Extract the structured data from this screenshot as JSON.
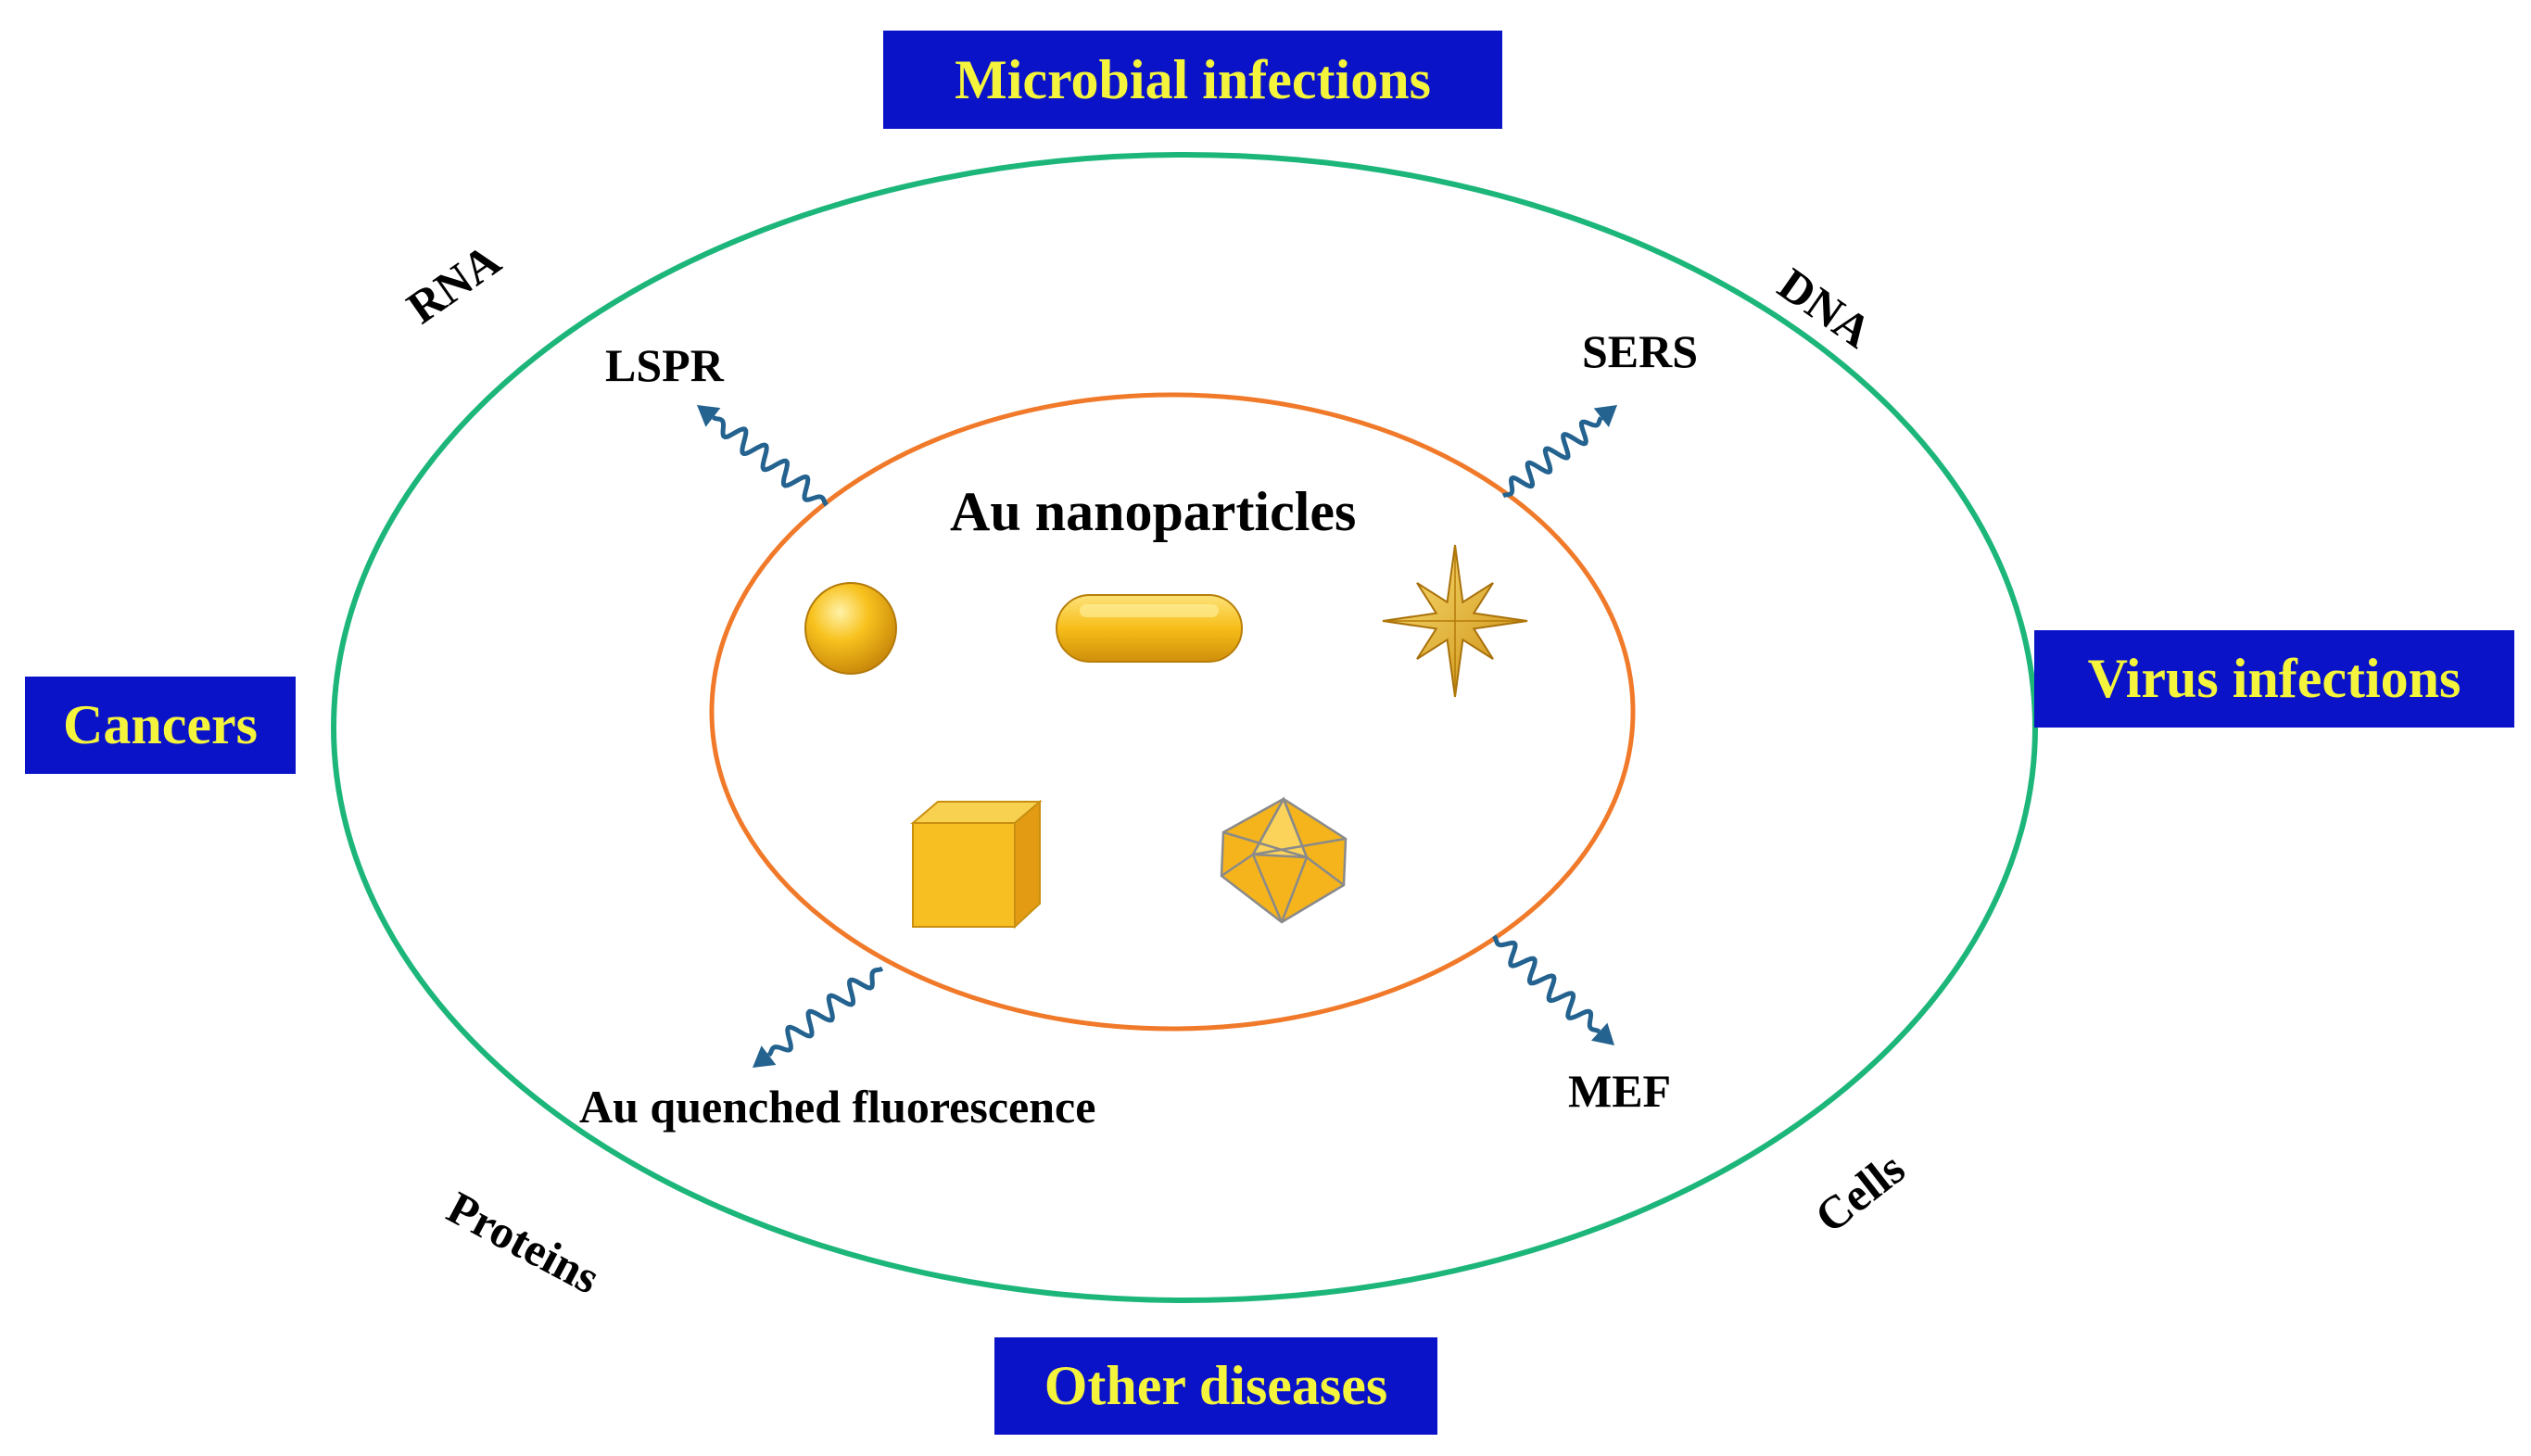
{
  "diagram": {
    "center_title": "Au nanoparticles",
    "disease_boxes": {
      "top": "Microbial infections",
      "left": "Cancers",
      "right": "Virus infections",
      "bottom": "Other diseases"
    },
    "biomolecules": {
      "top_left": "RNA",
      "top_right": "DNA",
      "bottom_left": "Proteins",
      "bottom_right": "Cells"
    },
    "techniques": {
      "top_left": "LSPR",
      "top_right": "SERS",
      "bottom_left": "Au quenched fluorescence",
      "bottom_right": "MEF"
    },
    "shapes": [
      "sphere-icon",
      "rod-icon",
      "star-icon",
      "cube-icon",
      "octahedron-icon"
    ],
    "colors": {
      "box_fill": "#0a13c8",
      "box_text": "#f4f43c",
      "outer_ellipse": "#1db67a",
      "inner_ellipse": "#f07a2a",
      "arrow": "#24628f",
      "gold": "#f5b41c"
    }
  }
}
